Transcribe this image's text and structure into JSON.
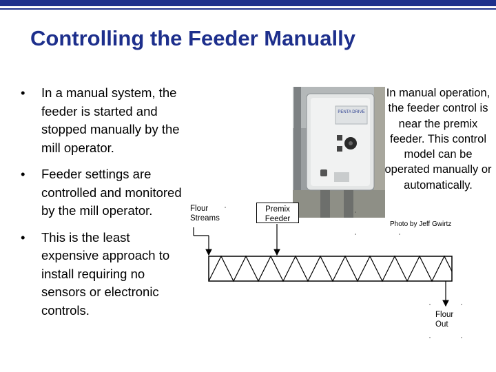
{
  "slide": {
    "title": "Controlling the Feeder Manually",
    "bullets": [
      "In a manual system, the feeder is started and stopped manually by the mill operator.",
      "Feeder settings are controlled and monitored by the mill operator.",
      "This is the least expensive approach  to install requiring no sensors or electronic controls."
    ],
    "photo_caption": "In manual operation, the feeder control is near the premix feeder. This control model can be operated manually or automatically.",
    "photo_credit": "Photo by Jeff Gwirtz"
  },
  "diagram": {
    "flour_streams_line1": "Flour",
    "flour_streams_line2": "Streams",
    "premix_line1": "Premix",
    "premix_line2": "Feeder",
    "flour_out_line1": "Flour",
    "flour_out_line2": "Out"
  },
  "colors": {
    "accent": "#1d2f8c"
  }
}
